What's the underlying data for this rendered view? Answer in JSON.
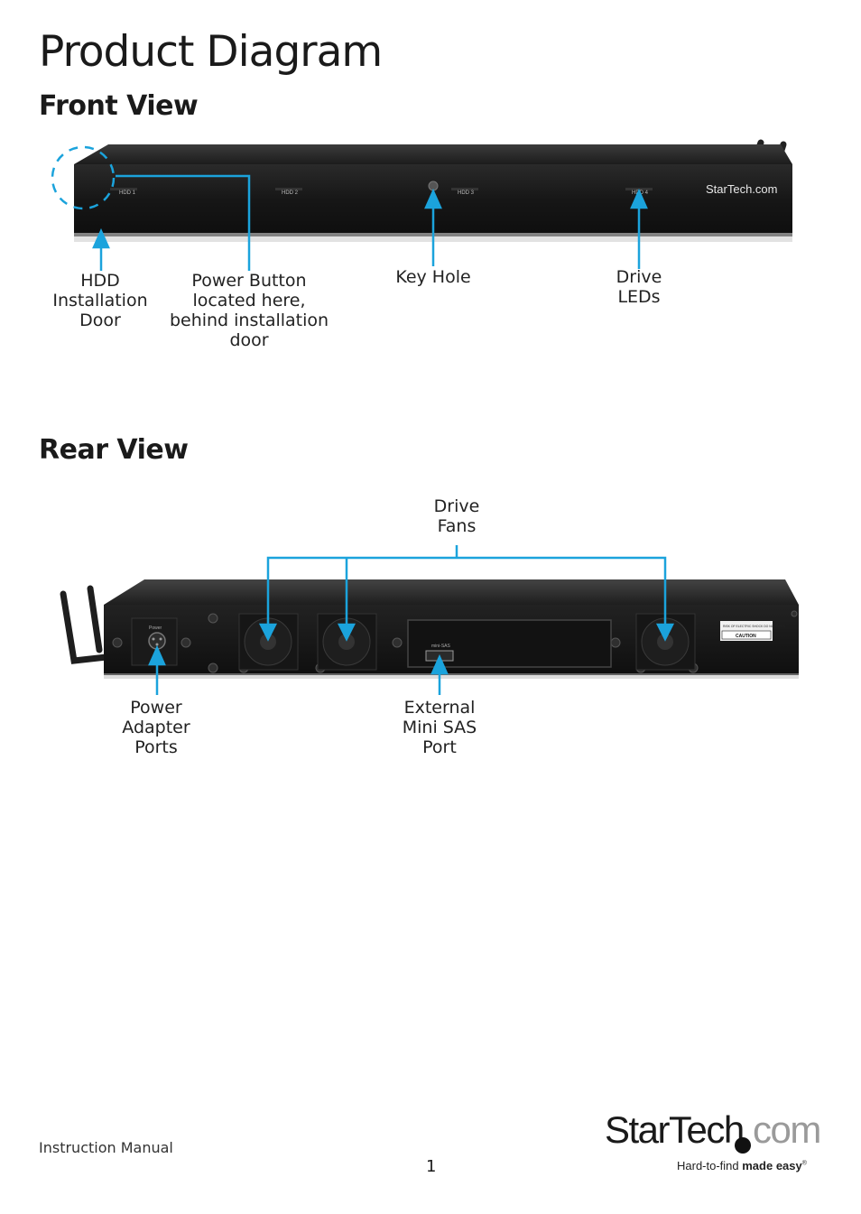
{
  "header": {
    "title": "Product Diagram"
  },
  "front": {
    "heading": "Front View",
    "device": {
      "bay_labels": [
        "HDD 1",
        "HDD 2",
        "HDD 3",
        "HDD 4"
      ],
      "brand": "StarTech.com"
    },
    "callouts": {
      "hdd_door": "HDD\nInstallation\nDoor",
      "power_button": "Power Button\nlocated here,\nbehind installation\ndoor",
      "key_hole": "Key Hole",
      "drive_leds": "Drive\nLEDs"
    }
  },
  "rear": {
    "heading": "Rear View",
    "device": {
      "power_label": "Power",
      "sas_label": "mini-SAS",
      "caution_top": "RISK OF ELECTRIC SHOCK DO NOT OPEN",
      "caution_label": "CAUTION"
    },
    "callouts": {
      "drive_fans": "Drive\nFans",
      "power_ports": "Power\nAdapter\nPorts",
      "mini_sas": "External\nMini SAS\nPort"
    }
  },
  "footer": {
    "doc_type": "Instruction Manual",
    "page_number": "1",
    "logo_main": "StarTech",
    "logo_suffix": "com",
    "tagline_light": "Hard-to-find ",
    "tagline_bold": "made easy",
    "tagline_mark": "®"
  },
  "colors": {
    "accent": "#1ba3dc",
    "chassis": "#1c1c1c",
    "chassis_edge": "#3a3a3a"
  }
}
